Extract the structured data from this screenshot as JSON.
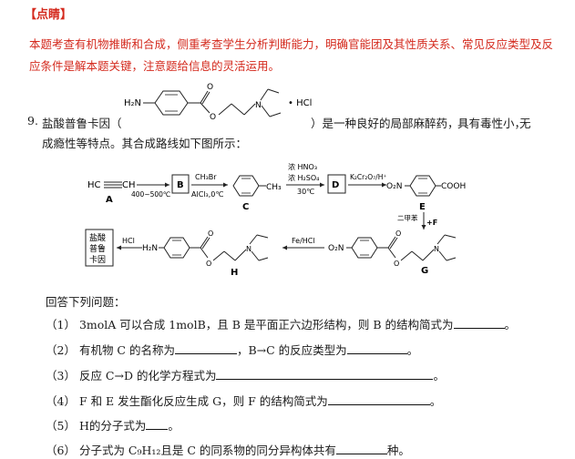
{
  "tip": {
    "heading": "【点睛】",
    "line1": "本题考查有机物推断和合成，侧重考查学生分析判断能力，明确官能团及其性质关系、常见反应类型及反",
    "line2": "应条件是解本题关键，注意题给信息的灵活运用。"
  },
  "question": {
    "number": "9.",
    "intro_a": "盐酸普鲁卡因（",
    "intro_b": "）是一种良好的局部麻醉药，",
    "intro_c": "具有毒性小，",
    "intro_d": "无",
    "intro_line2": "成瘾性等特点。其合成路线如下图所示：",
    "formula_top": {
      "h2n": "H₂N",
      "o": "O",
      "hcl": "• HCl"
    },
    "route": {
      "hc_left": "HC",
      "ch_right": "CH",
      "label_A": "A",
      "cond1": "400~500℃",
      "box_B": "B",
      "reagent_B_top": "CH₃Br",
      "reagent_B_bottom": "AlCl₃,0℃",
      "label_C": "C",
      "ch3": "CH₃",
      "hno3": "浓 HNO₃",
      "h2so4": "浓 H₂SO₄",
      "temp30": "30℃",
      "box_D": "D",
      "oxidant": "K₂Cr₂O₇/H⁺",
      "o2n_E": "O₂N",
      "cooh": "COOH",
      "label_E": "E",
      "xylene": "二甲苯",
      "plus_F": "+F",
      "o2n_G": "O₂N",
      "fehcl": "Fe/HCl",
      "o_G1": "O",
      "o_G2": "O",
      "label_G": "G",
      "hcl": "HCl",
      "h2n_H": "H₂N",
      "o_H1": "O",
      "o_H2": "O",
      "label_H": "H",
      "final_box": [
        "盐酸",
        "普鲁",
        "卡因"
      ]
    },
    "answer_prompt": "回答下列问题：",
    "subs": [
      {
        "num": "（1）",
        "text": "3molA 可以合成 1molB，且 B 是平面正六边形结构，则 B 的结构简式为",
        "tail": "。"
      },
      {
        "num": "（2）",
        "text": "有机物 C 的名称为",
        "mid": "，B→C 的反应类型为",
        "tail": "。"
      },
      {
        "num": "（3）",
        "text": "反应 C→D 的化学方程式为",
        "tail": "。"
      },
      {
        "num": "（4）",
        "text": "F 和 E 发生酯化反应生成 G，则 F 的结构简式为",
        "tail": "。"
      },
      {
        "num": "（5）",
        "text": "H的分子式为",
        "tail": "。"
      },
      {
        "num": "（6）",
        "text": "分子式为 C₉H₁₂且是 C 的同系物的同分异构体共有",
        "tail": "种。"
      }
    ]
  }
}
